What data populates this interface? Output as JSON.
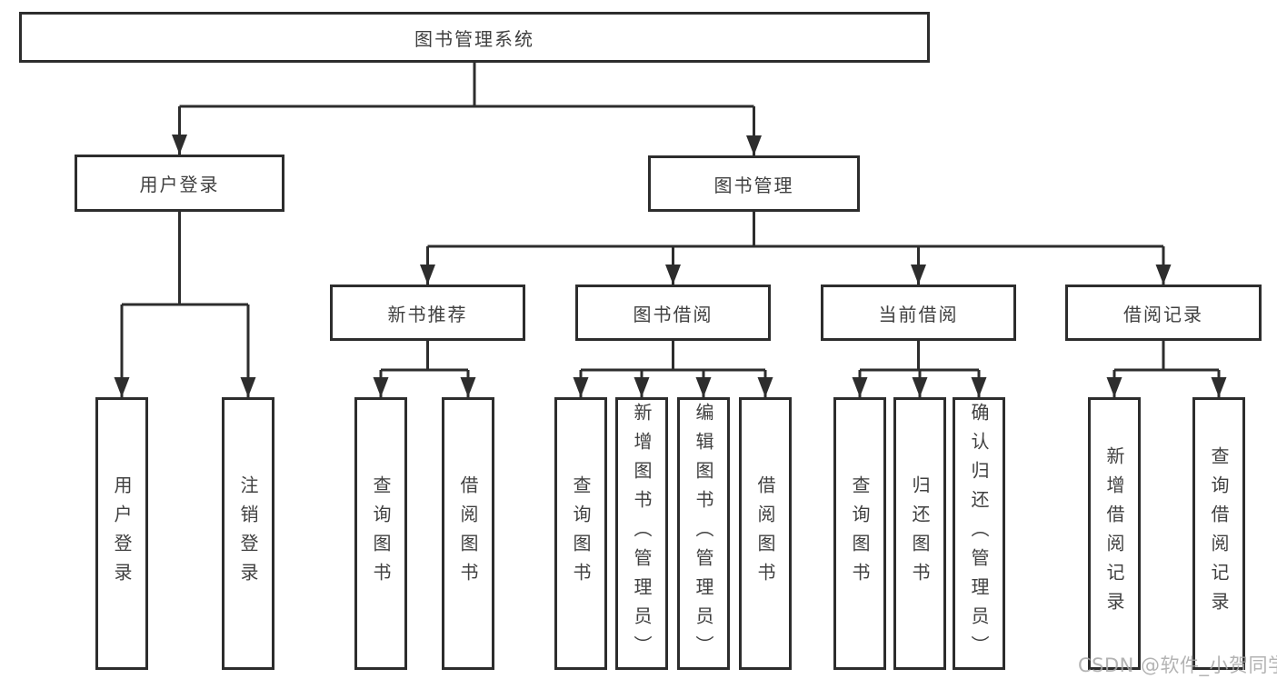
{
  "colors": {
    "line": "#2d2d2d",
    "border": "#2d2d2d",
    "text": "#404040",
    "watermark": "#a6a6a6",
    "background": "#ffffff"
  },
  "watermark": "CSDN @软件_小贺同学",
  "tree": {
    "root": "图书管理系统",
    "branches": [
      {
        "label": "用户登录",
        "children": [
          "用户登录",
          "注销登录"
        ]
      },
      {
        "label": "图书管理",
        "groups": [
          {
            "label": "新书推荐",
            "children": [
              "查询图书",
              "借阅图书"
            ]
          },
          {
            "label": "图书借阅",
            "children": [
              "查询图书",
              "新增图书（管理员）",
              "编辑图书（管理员）",
              "借阅图书"
            ]
          },
          {
            "label": "当前借阅",
            "children": [
              "查询图书",
              "归还图书",
              "确认归还（管理员）"
            ]
          },
          {
            "label": "借阅记录",
            "children": [
              "新增借阅记录",
              "查询借阅记录"
            ]
          }
        ]
      }
    ]
  }
}
